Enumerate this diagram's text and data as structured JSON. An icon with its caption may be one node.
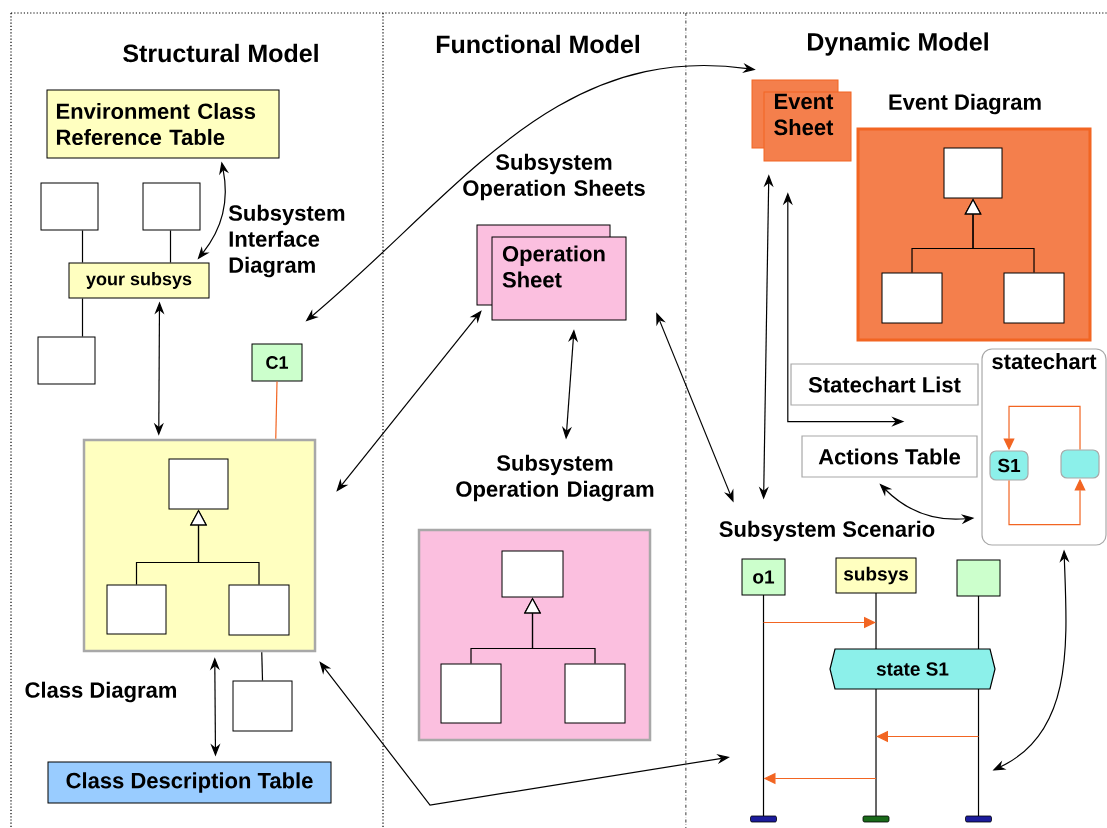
{
  "diagram": {
    "nodes": [
      {
        "text": [
          "Environment Class Reference Table"
        ]
      },
      {
        "text": [],
        "shape": "box"
      },
      {
        "text": [],
        "shape": "box"
      },
      {
        "text": [
          "your subsys"
        ],
        "beside": [
          "Subsystem Interface Diagram"
        ]
      },
      {
        "text": [],
        "shape": "box"
      },
      {
        "text": [
          "C1"
        ]
      },
      {
        "text": [],
        "shape": "box",
        "beside": [
          "Class Diagram"
        ]
      },
      {
        "text": [],
        "shape": "box",
        "in": 6
      },
      {
        "text": [],
        "shape": "box",
        "in": 6
      },
      {
        "text": [],
        "shape": "box",
        "in": 6
      },
      {
        "text": [],
        "shape": "box"
      },
      {
        "text": [
          "Class Description Table"
        ]
      },
      {
        "text": [
          "Operation Sheet"
        ],
        "beside": [
          "Subsystem Operation Sheets"
        ]
      },
      {
        "text": [
          "Subsystem Operation Diagram"
        ]
      },
      {
        "text": [],
        "shape": "box"
      },
      {
        "text": [],
        "shape": "box",
        "in": 14
      },
      {
        "text": [],
        "shape": "box",
        "in": 14
      },
      {
        "text": [],
        "shape": "box",
        "in": 14
      },
      {
        "text": [
          "Event Sheet"
        ]
      },
      {
        "text": [],
        "shape": "box",
        "beside": [
          "Event Diagram"
        ]
      },
      {
        "text": [],
        "shape": "box",
        "in": 19
      },
      {
        "text": [],
        "shape": "box",
        "in": 19
      },
      {
        "text": [],
        "shape": "box",
        "in": 19
      },
      {
        "text": [
          "Statechart List"
        ]
      },
      {
        "text": [
          "statechart"
        ]
      },
      {
        "text": [
          "S1"
        ],
        "in": 24
      },
      {
        "text": [],
        "shape": "box",
        "in": 24
      },
      {
        "text": [
          "Actions Table"
        ]
      },
      {
        "text": [
          "Subsystem Scenario"
        ]
      },
      {
        "text": [
          "o1"
        ]
      },
      {
        "text": [
          "subsys"
        ]
      },
      {
        "text": [],
        "shape": "box"
      },
      {
        "text": [
          "state S1"
        ]
      }
    ],
    "edges": [
      {
        "from": 0,
        "to": 3,
        "arrow": "both"
      },
      {
        "from": 1,
        "to": 3,
        "arrow": "none"
      },
      {
        "from": 2,
        "to": 3,
        "arrow": "none"
      },
      {
        "from": 3,
        "to": 4,
        "arrow": "none"
      },
      {
        "from": 3,
        "to": 6,
        "arrow": "both"
      },
      {
        "from": 5,
        "to": 6,
        "arrow": "none",
        "color": "#f26522"
      },
      {
        "from": 8,
        "to": 7,
        "arrow": "to"
      },
      {
        "from": 9,
        "to": 7,
        "arrow": "to"
      },
      {
        "from": 10,
        "to": 6,
        "arrow": "none"
      },
      {
        "from": 6,
        "to": 11,
        "arrow": "both"
      },
      {
        "from": 6,
        "to": 12,
        "arrow": "both"
      },
      {
        "from": 18,
        "to": 5,
        "arrow": "both"
      },
      {
        "from": 12,
        "to": 13,
        "arrow": "both"
      },
      {
        "from": 16,
        "to": 15,
        "arrow": "to"
      },
      {
        "from": 17,
        "to": 15,
        "arrow": "to"
      },
      {
        "from": 12,
        "to": 28,
        "arrow": "both"
      },
      {
        "from": 6,
        "to": null,
        "arrow": "both"
      },
      {
        "from": 18,
        "to": 28,
        "arrow": "both"
      },
      {
        "from": 18,
        "to": 23,
        "arrow": "both"
      },
      {
        "from": 21,
        "to": 20,
        "arrow": "to"
      },
      {
        "from": 22,
        "to": 20,
        "arrow": "to"
      },
      {
        "from": 27,
        "to": 24,
        "arrow": "both"
      },
      {
        "from": 26,
        "to": 25,
        "arrow": "to",
        "color": "#f26522"
      },
      {
        "from": 25,
        "to": 26,
        "arrow": "to",
        "color": "#f26522"
      },
      {
        "from": 24,
        "to": 31,
        "arrow": "both"
      },
      {
        "from": 29,
        "to": 30,
        "arrow": "to",
        "color": "#f26522"
      },
      {
        "from": 31,
        "to": 30,
        "arrow": "to",
        "color": "#f26522"
      },
      {
        "from": 30,
        "to": 29,
        "arrow": "to",
        "color": "#f26522"
      }
    ],
    "labels": [
      "Structural Model",
      "Functional Model",
      "Dynamic Model"
    ]
  }
}
